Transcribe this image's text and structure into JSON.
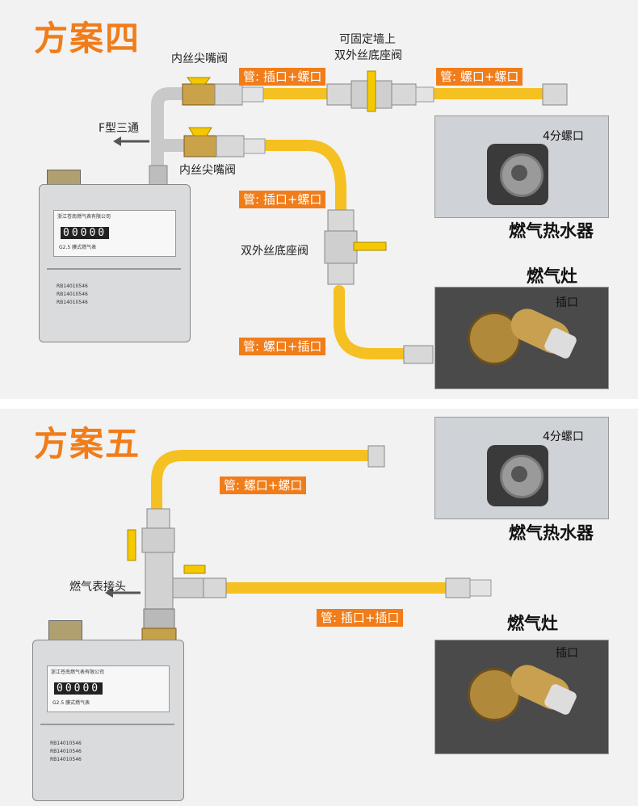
{
  "plan4": {
    "title": "方案四",
    "labels": {
      "inner_thread_valve_top": "内丝尖嘴阀",
      "inner_thread_valve_bottom": "内丝尖嘴阀",
      "fixable_wall_line1": "可固定墙上",
      "fixable_wall_line2": "双外丝底座阀",
      "f_tee": "F型三通",
      "double_outer_valve": "双外丝底座阀"
    },
    "tags": {
      "pipe_a": "管: 插口+螺口",
      "pipe_b": "管: 螺口+螺口",
      "pipe_c": "管: 插口+螺口",
      "pipe_d": "管: 螺口+插口"
    },
    "heater": {
      "fitting": "4分螺口",
      "name": "燃气热水器"
    },
    "stove": {
      "name": "燃气灶",
      "fitting": "插口"
    },
    "meter": {
      "brand": "浙江苍南燃气表有限公司",
      "model": "G2.5 膜式燃气表",
      "reading": "00000",
      "serials": [
        "RB14010546",
        "RB14010546",
        "RB14010546"
      ]
    }
  },
  "plan5": {
    "title": "方案五",
    "labels": {
      "meter_joint": "燃气表接头"
    },
    "tags": {
      "pipe_a": "管: 螺口+螺口",
      "pipe_b": "管: 插口+插口"
    },
    "heater": {
      "fitting": "4分螺口",
      "name": "燃气热水器"
    },
    "stove": {
      "name": "燃气灶",
      "fitting": "插口"
    },
    "meter": {
      "brand": "浙江苍南燃气表有限公司",
      "model": "G2.5 膜式燃气表",
      "reading": "00000",
      "serials": [
        "RB14010546",
        "RB14010546",
        "RB14010546"
      ]
    }
  },
  "colors": {
    "accent": "#f07d1a",
    "hose": "#f5c022",
    "metal": "#c9c9c9"
  }
}
